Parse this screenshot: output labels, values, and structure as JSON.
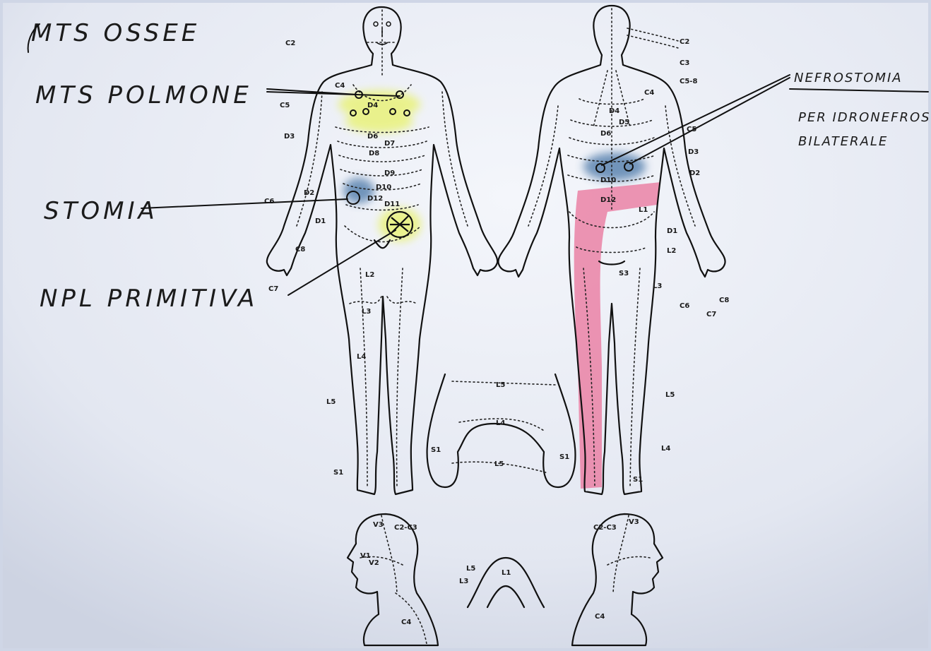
{
  "annotations": {
    "mts_ossee": "MTS OSSEE",
    "mts_polmone": "MTS POLMONE",
    "stomia": "STOMIA",
    "npl_primitiva": "NPL PRIMITIVA",
    "nefrostomia": "NEFROSTOMIA",
    "nefro_note_line1": "PER IDRONEFROSI",
    "nefro_note_line2": "BILATERALE"
  },
  "dermatome_labels": {
    "front": [
      "C2",
      "C4",
      "C5",
      "D3",
      "D2",
      "D1",
      "C6",
      "C8",
      "C7",
      "L2",
      "L3",
      "L4",
      "L5",
      "S1",
      "D4",
      "D6",
      "D7",
      "D8",
      "D9",
      "D10",
      "D11",
      "D12"
    ],
    "back": [
      "C2",
      "C3",
      "C5-8",
      "C4",
      "C5",
      "D3",
      "D2",
      "D1",
      "L1",
      "L2",
      "L3",
      "S3",
      "L4",
      "L5",
      "S1",
      "C6",
      "C7",
      "C8",
      "D4",
      "D5",
      "D6",
      "D10",
      "D12"
    ],
    "feet": [
      "L5",
      "L4",
      "L5",
      "S1",
      "S1"
    ],
    "heads": [
      "V3",
      "C2-C3",
      "V2",
      "V1",
      "C4",
      "C2-C3",
      "V3",
      "C4",
      "L5",
      "L3",
      "L1"
    ]
  },
  "highlight_colors": {
    "yellow": "#e9f27a",
    "blue": "#5c84b0",
    "pink": "#ea7aa0"
  }
}
